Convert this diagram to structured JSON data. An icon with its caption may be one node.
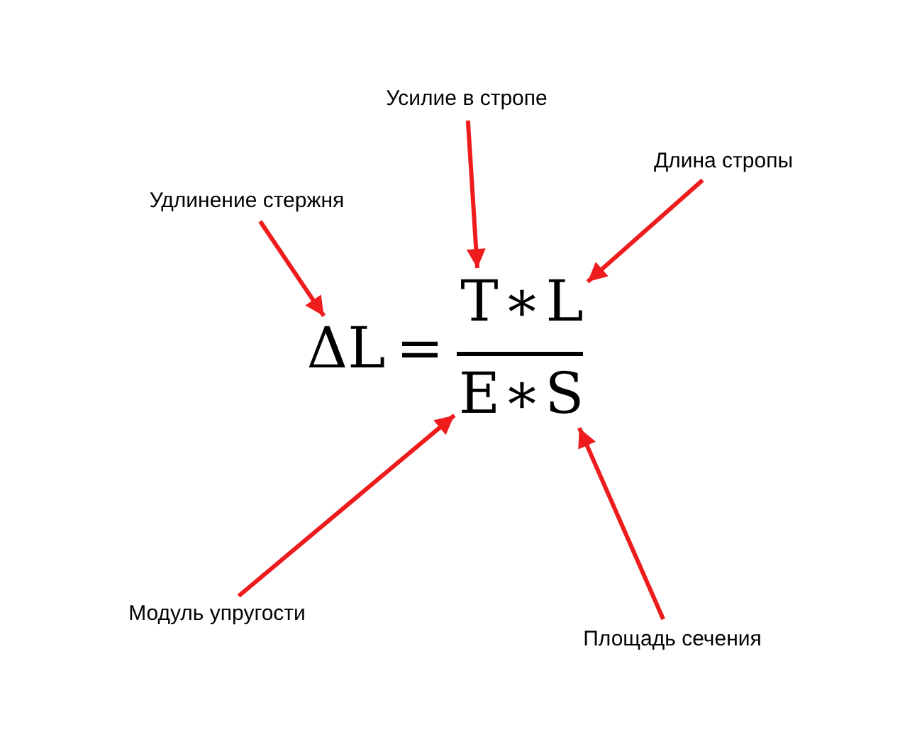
{
  "diagram": {
    "nodes": [
      {
        "text": [
          "Усилие в стропе"
        ]
      },
      {
        "text": [
          "Длина стропы"
        ]
      },
      {
        "text": [
          "Удлинение стержня"
        ]
      },
      {
        "text": [
          "ΔL"
        ]
      },
      {
        "text": [
          "T"
        ]
      },
      {
        "text": [
          "L"
        ]
      },
      {
        "text": [
          "E"
        ]
      },
      {
        "text": [
          "S"
        ]
      },
      {
        "text": [
          "Модуль упругости"
        ]
      },
      {
        "text": [
          "Площадь сечения"
        ]
      }
    ],
    "edges": [
      {
        "from": 0,
        "to": 4,
        "arrow": "to"
      },
      {
        "from": 1,
        "to": 5,
        "arrow": "to"
      },
      {
        "from": 2,
        "to": 3,
        "arrow": "to"
      },
      {
        "from": 8,
        "to": 6,
        "arrow": "to"
      },
      {
        "from": 9,
        "to": 7,
        "arrow": "to"
      }
    ],
    "labels": [
      "=",
      "∗",
      "∗"
    ]
  }
}
